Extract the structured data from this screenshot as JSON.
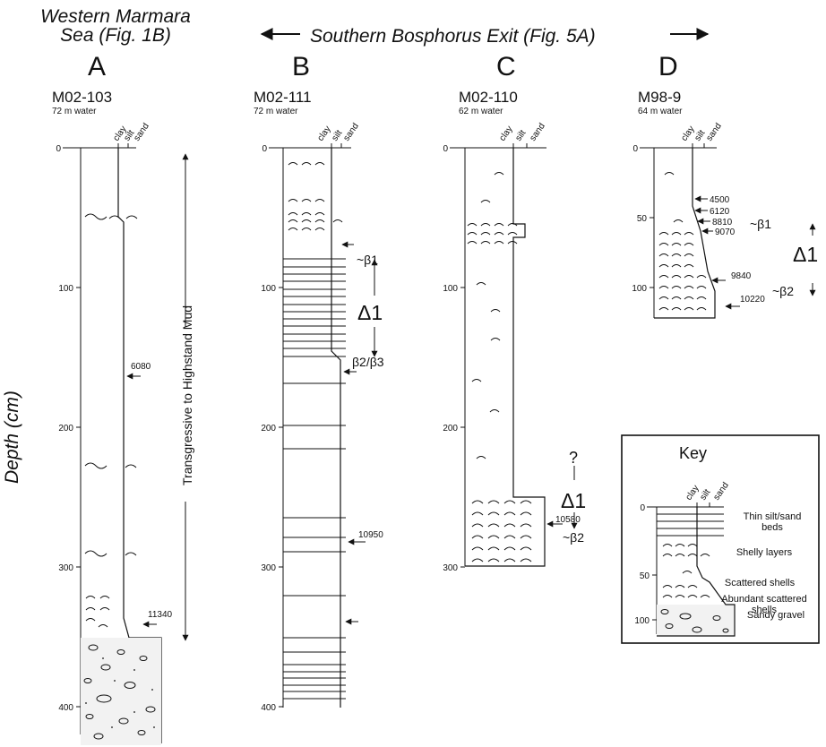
{
  "headers": {
    "west": [
      "Western Marmara",
      "Sea (Fig. 1B)"
    ],
    "south": "Southern Bosphorus Exit (Fig. 5A)"
  },
  "y_axis_label": "Depth (cm)",
  "grain_labels": [
    "clay",
    "silt",
    "sand"
  ],
  "columns": [
    {
      "letter": "A",
      "core": "M02-103",
      "water": "72 m water",
      "ticks": [
        "0",
        "100",
        "200",
        "300",
        "400"
      ],
      "dates": [
        "6080",
        "11340"
      ]
    },
    {
      "letter": "B",
      "core": "M02-111",
      "water": "72 m water",
      "ticks": [
        "0",
        "100",
        "200",
        "300",
        "400"
      ],
      "dates": [
        "10950"
      ],
      "markers": [
        "~β1",
        "β2/β3"
      ],
      "delta": "Δ1"
    },
    {
      "letter": "C",
      "core": "M02-110",
      "water": "62 m water",
      "ticks": [
        "0",
        "100",
        "200",
        "300"
      ],
      "dates": [
        "10580"
      ],
      "markers": [
        "~β2"
      ],
      "question": "?",
      "delta": "Δ1"
    },
    {
      "letter": "D",
      "core": "M98-9",
      "water": "64 m water",
      "ticks": [
        "0",
        "50",
        "100"
      ],
      "dates": [
        "4500",
        "6120",
        "8810",
        "9070",
        "9840",
        "10220"
      ],
      "markers": [
        "~β1",
        "~β2"
      ],
      "delta": "Δ1"
    }
  ],
  "transgressive_label": "Transgressive to Highstand Mud",
  "key": {
    "title": "Key",
    "ticks": [
      "0",
      "50",
      "100"
    ],
    "items": [
      "Thin silt/sand beds",
      "Shelly layers",
      "Scattered shells",
      "Abundant scattered shells",
      "Sandy gravel"
    ]
  }
}
